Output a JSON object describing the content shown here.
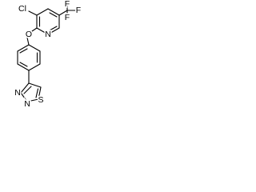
{
  "molecule": {
    "atom_labels": {
      "cl": "Cl",
      "n_pyridine": "N",
      "o_ether": "O",
      "f_top": "F",
      "f_right": "F",
      "f_bottom": "F",
      "n_thiadiazole_a": "N",
      "n_thiadiazole_b": "N",
      "s_thiadiazole": "S"
    }
  }
}
